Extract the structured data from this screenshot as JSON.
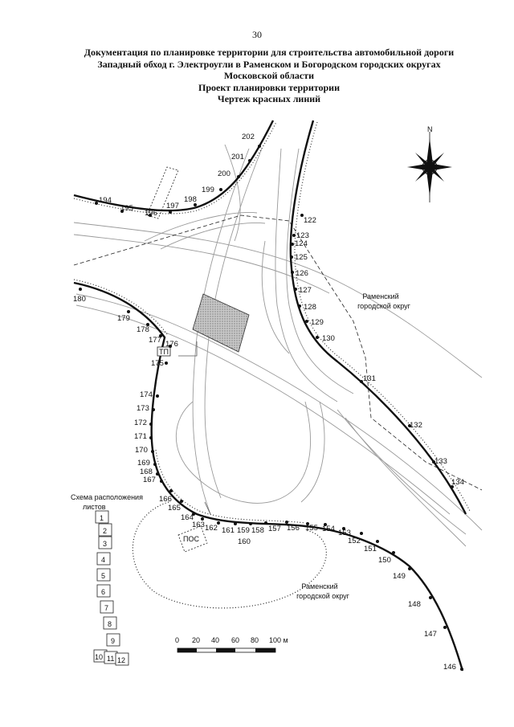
{
  "page_number": "30",
  "title_lines": [
    "Документация по планировке территории для строительства автомобильной дороги",
    "Западный обход г. Электроугли в Раменском и Богородском городских округах",
    "Московской области",
    "Проект планировки территории",
    "Чертеж красных линий"
  ],
  "north_label": "N",
  "district_label_upper": [
    "Раменский",
    "городской округ"
  ],
  "district_label_lower": [
    "Раменский",
    "городской округ"
  ],
  "facility_label": "ПОС",
  "tp_label": "ТП",
  "scale_bar": {
    "labels": [
      "0",
      "20",
      "40",
      "60",
      "80",
      "100 м"
    ]
  },
  "sheet_scheme": {
    "title_lines": [
      "Схема расположения",
      "листов"
    ],
    "sheets": [
      "1",
      "2",
      "3",
      "4",
      "5",
      "6",
      "7",
      "8",
      "9",
      "10",
      "11",
      "12"
    ],
    "highlighted": "11"
  },
  "point_labels": {
    "p202": "202",
    "p201": "201",
    "p200": "200",
    "p199": "199",
    "p198": "198",
    "p197": "197",
    "p196": "196",
    "p195": "195",
    "p194": "194",
    "p122": "122",
    "p123": "123",
    "p124": "124",
    "p125": "125",
    "p126": "126",
    "p127": "127",
    "p128": "128",
    "p129": "129",
    "p130": "130",
    "p131": "131",
    "p132": "132",
    "p133": "133",
    "p134": "134",
    "p180": "180",
    "p179": "179",
    "p178": "178",
    "p177": "177",
    "p176": "176",
    "p175": "175",
    "p174": "174",
    "p173": "173",
    "p172": "172",
    "p171": "171",
    "p170": "170",
    "p169": "169",
    "p168": "168",
    "p167": "167",
    "p166": "166",
    "p165": "165",
    "p164": "164",
    "p163": "163",
    "p162": "162",
    "p161": "161",
    "p159": "159",
    "p160": "160",
    "p158": "158",
    "p157": "157",
    "p156": "156",
    "p155": "155",
    "p154": "154",
    "p153": "153",
    "p152": "152",
    "p151": "151",
    "p150": "150",
    "p149": "149",
    "p148": "148",
    "p147": "147",
    "p146": "146"
  }
}
